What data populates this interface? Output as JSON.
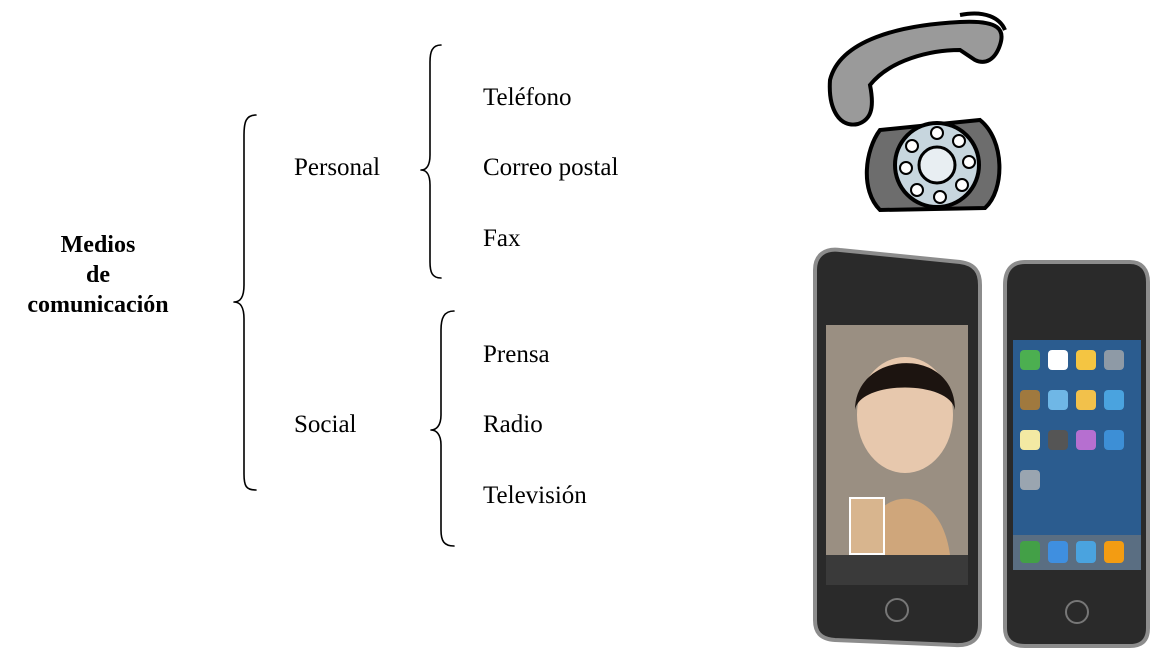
{
  "root": {
    "lines": [
      "Medios",
      "de",
      "comunicación"
    ]
  },
  "branches": [
    {
      "label": "Personal",
      "items": [
        "Teléfono",
        "Correo postal",
        "Fax"
      ]
    },
    {
      "label": "Social",
      "items": [
        "Prensa",
        "Radio",
        "Televisión"
      ]
    }
  ],
  "images": [
    {
      "icon": "rotary-telephone-icon"
    },
    {
      "icon": "smartphones-icon"
    }
  ]
}
